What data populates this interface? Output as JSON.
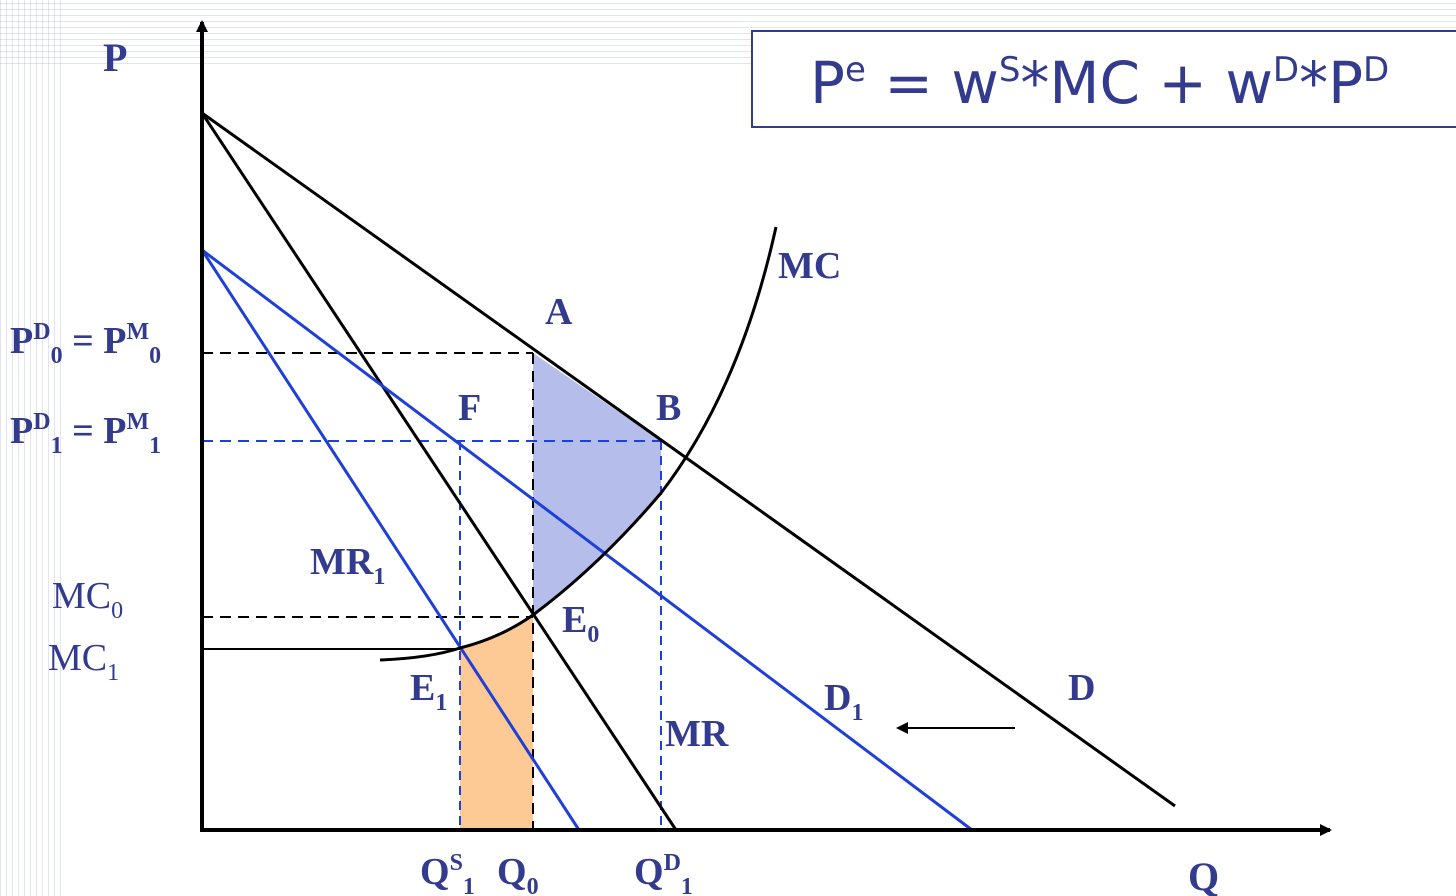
{
  "axis": {
    "y_label": "P",
    "x_label": "Q"
  },
  "formula": {
    "p": "P",
    "p_sup": "e",
    "eq": " = ",
    "w1": "w",
    "w1_sup": "S",
    "mid": "*MC + ",
    "w2": "w",
    "w2_sup": "D",
    "star": "*",
    "pd": "P",
    "pd_sup": "D"
  },
  "curve_labels": {
    "mc": "MC",
    "mr": "MR",
    "mr1": "MR",
    "mr1_sub": "1",
    "d": "D",
    "d1": "D",
    "d1_sub": "1"
  },
  "points": {
    "a": "A",
    "b": "B",
    "f": "F",
    "e0": "E",
    "e0_sub": "0",
    "e1": "E",
    "e1_sub": "1"
  },
  "price_labels": {
    "p0": {
      "base1": "P",
      "sup1": "D",
      "sub1": "0",
      "eq": " = ",
      "base2": "P",
      "sup2": "M",
      "sub2": "0"
    },
    "p1": {
      "base1": "P",
      "sup1": "D",
      "sub1": "1",
      "eq": " = ",
      "base2": "P",
      "sup2": "M",
      "sub2": "1"
    },
    "mc0": {
      "base": "MC",
      "sub": "0"
    },
    "mc1": {
      "base": "MC",
      "sub": "1"
    }
  },
  "quantity_labels": {
    "qs1": {
      "base": "Q",
      "sup": "S",
      "sub": "1"
    },
    "q0": {
      "base": "Q",
      "sub": "0"
    },
    "qd1": {
      "base": "Q",
      "sup": "D",
      "sub": "1"
    }
  },
  "colors": {
    "label": "#333b8f",
    "black": "#000000",
    "blue": "#1f3fd9",
    "orange_fill": "#fdc994",
    "lavender_fill": "#b5bdea"
  }
}
